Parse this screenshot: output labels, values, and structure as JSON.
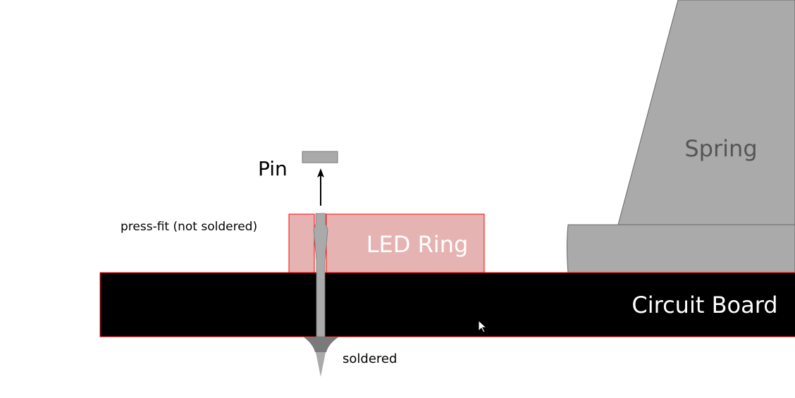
{
  "labels": {
    "pin": "Pin",
    "press_fit": "press-fit (not soldered)",
    "led_ring": "LED Ring",
    "circuit_board": "Circuit Board",
    "spring": "Spring",
    "soldered": "soldered"
  },
  "colors": {
    "board": "#000000",
    "board_outline": "#ff0000",
    "led_ring_fill": "#e6b3b3",
    "led_ring_outline": "#ff0000",
    "pin": "#aaaaaa",
    "solder": "#7a7a7a",
    "spring": "#aaaaaa",
    "spring_outline": "#666666"
  }
}
